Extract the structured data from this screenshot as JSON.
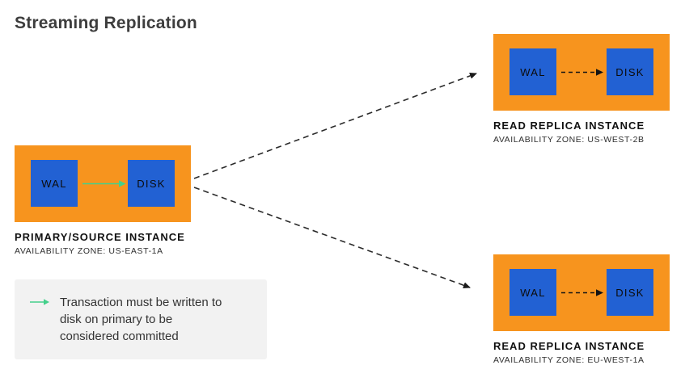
{
  "title": "Streaming Replication",
  "colors": {
    "instance_orange": "#F7941E",
    "node_blue": "#2261D3",
    "commit_green": "#44D08B",
    "arrow_black": "#2B2B2B",
    "legend_bg": "#F2F2F2",
    "text_dark": "#111111"
  },
  "instances": [
    {
      "wal": "WAL",
      "disk": "DISK",
      "name": "PRIMARY/SOURCE INSTANCE",
      "zone": "AVAILABILITY ZONE: US-EAST-1A",
      "wal_to_disk_arrow": "green-solid"
    },
    {
      "wal": "WAL",
      "disk": "DISK",
      "name": "READ REPLICA INSTANCE",
      "zone": "AVAILABILITY ZONE: US-WEST-2B",
      "wal_to_disk_arrow": "black-dashed"
    },
    {
      "wal": "WAL",
      "disk": "DISK",
      "name": "READ REPLICA INSTANCE",
      "zone": "AVAILABILITY ZONE: EU-WEST-1A",
      "wal_to_disk_arrow": "black-dashed"
    }
  ],
  "legend": {
    "text": "Transaction must be written to disk on primary to be considered committed"
  }
}
